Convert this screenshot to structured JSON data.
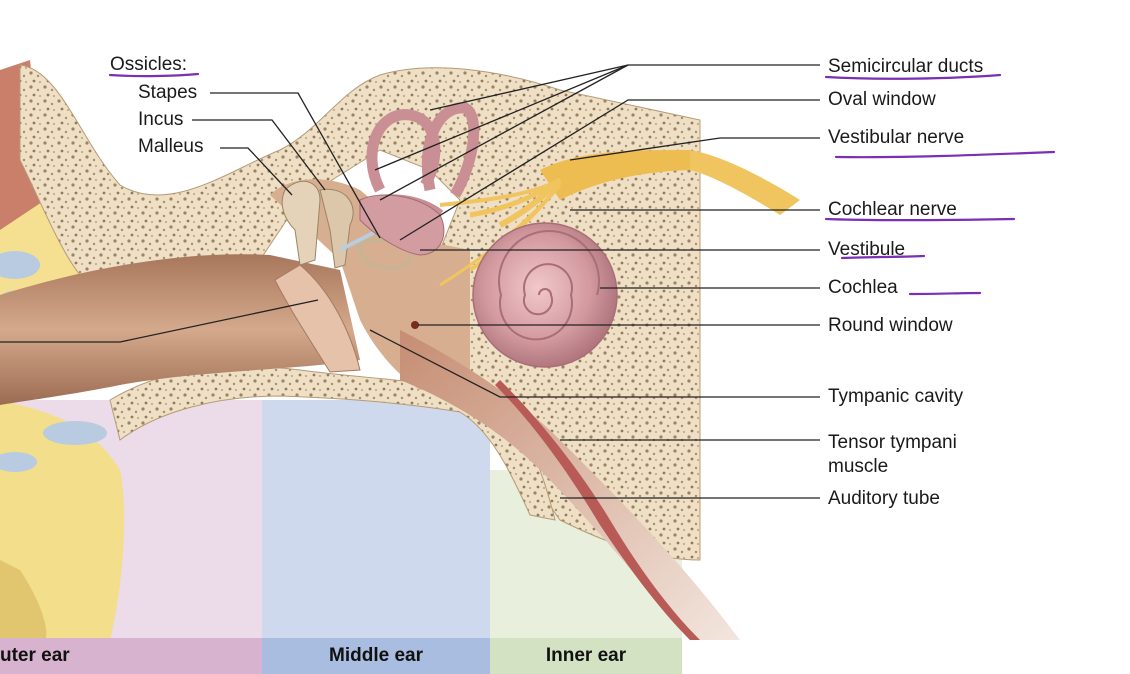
{
  "labels": {
    "ossicles": "Ossicles:",
    "stapes": "Stapes",
    "incus": "Incus",
    "malleus": "Malleus",
    "semicircular_ducts": "Semicircular ducts",
    "oval_window": "Oval window",
    "vestibular_nerve": "Vestibular nerve",
    "cochlear_nerve": "Cochlear nerve",
    "vestibule": "Vestibule",
    "cochlea": "Cochlea",
    "round_window": "Round window",
    "tympanic_cavity": "Tympanic cavity",
    "tensor_tympani_line1": "Tensor tympani",
    "tensor_tympani_line2": "muscle",
    "auditory_tube": "Auditory tube"
  },
  "regions": {
    "outer_ear": "uter ear",
    "middle_ear": "Middle ear",
    "inner_ear": "Inner ear"
  },
  "colors": {
    "outer_ear_band": "#d7b3cf",
    "outer_ear_panel": "#ecdbe8",
    "middle_ear_band": "#a9bde0",
    "middle_ear_panel": "#cfd9ee",
    "inner_ear_band": "#d3e2c3",
    "inner_ear_panel": "#e8efdd",
    "bone": "#efdfc4",
    "flesh": "#c99a7c",
    "cochlea": "#c98f95",
    "nerve": "#f0c560",
    "highlight_underline": "#7b2fb3"
  }
}
